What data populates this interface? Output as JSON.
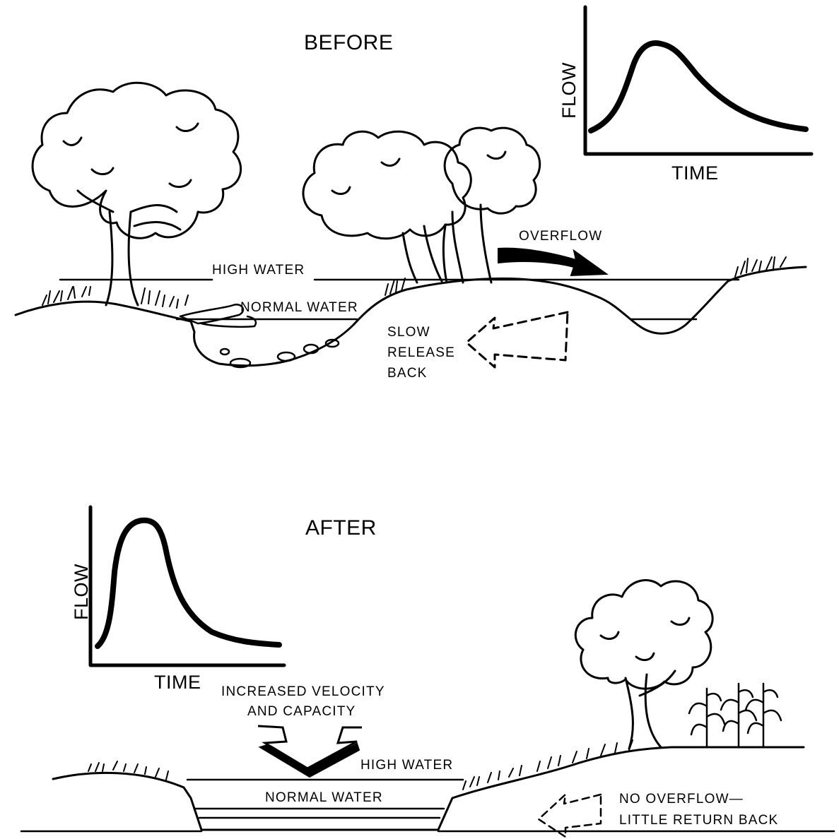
{
  "before": {
    "title": "BEFORE",
    "labels": {
      "high_water": "HIGH WATER",
      "normal_water": "NORMAL WATER",
      "overflow": "OVERFLOW",
      "slow_release_line1": "SLOW",
      "slow_release_line2": "RELEASE",
      "slow_release_line3": "BACK"
    },
    "graph": {
      "y_label": "FLOW",
      "x_label": "TIME",
      "hydrograph": "broad, low peak with slow recession"
    }
  },
  "after": {
    "title": "AFTER",
    "labels": {
      "increased_line1": "INCREASED VELOCITY",
      "increased_line2": "AND CAPACITY",
      "high_water": "HIGH WATER",
      "normal_water": "NORMAL WATER",
      "no_overflow_line1": "NO OVERFLOW—",
      "no_overflow_line2": "LITTLE RETURN BACK"
    },
    "graph": {
      "y_label": "FLOW",
      "x_label": "TIME",
      "hydrograph": "sharp, high peak with fast recession"
    }
  },
  "colors": {
    "ink": "#000000",
    "background": "#ffffff"
  }
}
